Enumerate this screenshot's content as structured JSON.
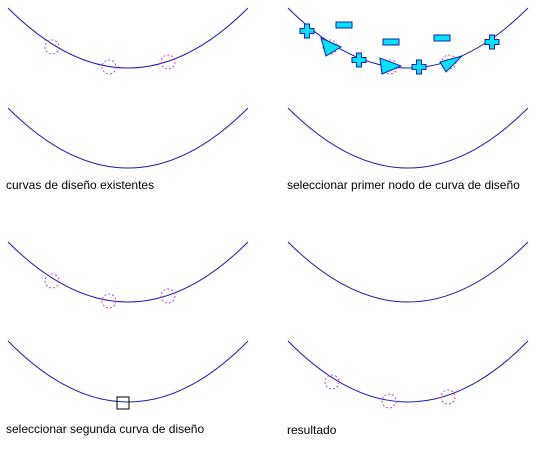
{
  "captions": {
    "existing_curves": "curvas de diseño existentes",
    "select_first_node": "seleccionar primer nodo de curva de diseño",
    "select_second_curve": "seleccionar segunda curva de diseño",
    "result": "resultado"
  },
  "colors": {
    "curve": "#1a1ab8",
    "node": "#d040d0",
    "grip_fill": "#00e5ff",
    "grip_stroke": "#1a1ab8",
    "selection_box": "#000000"
  },
  "icons": [
    "plus-grip-icon",
    "minus-grip-icon",
    "triangle-grip-icon",
    "selection-box-icon"
  ]
}
